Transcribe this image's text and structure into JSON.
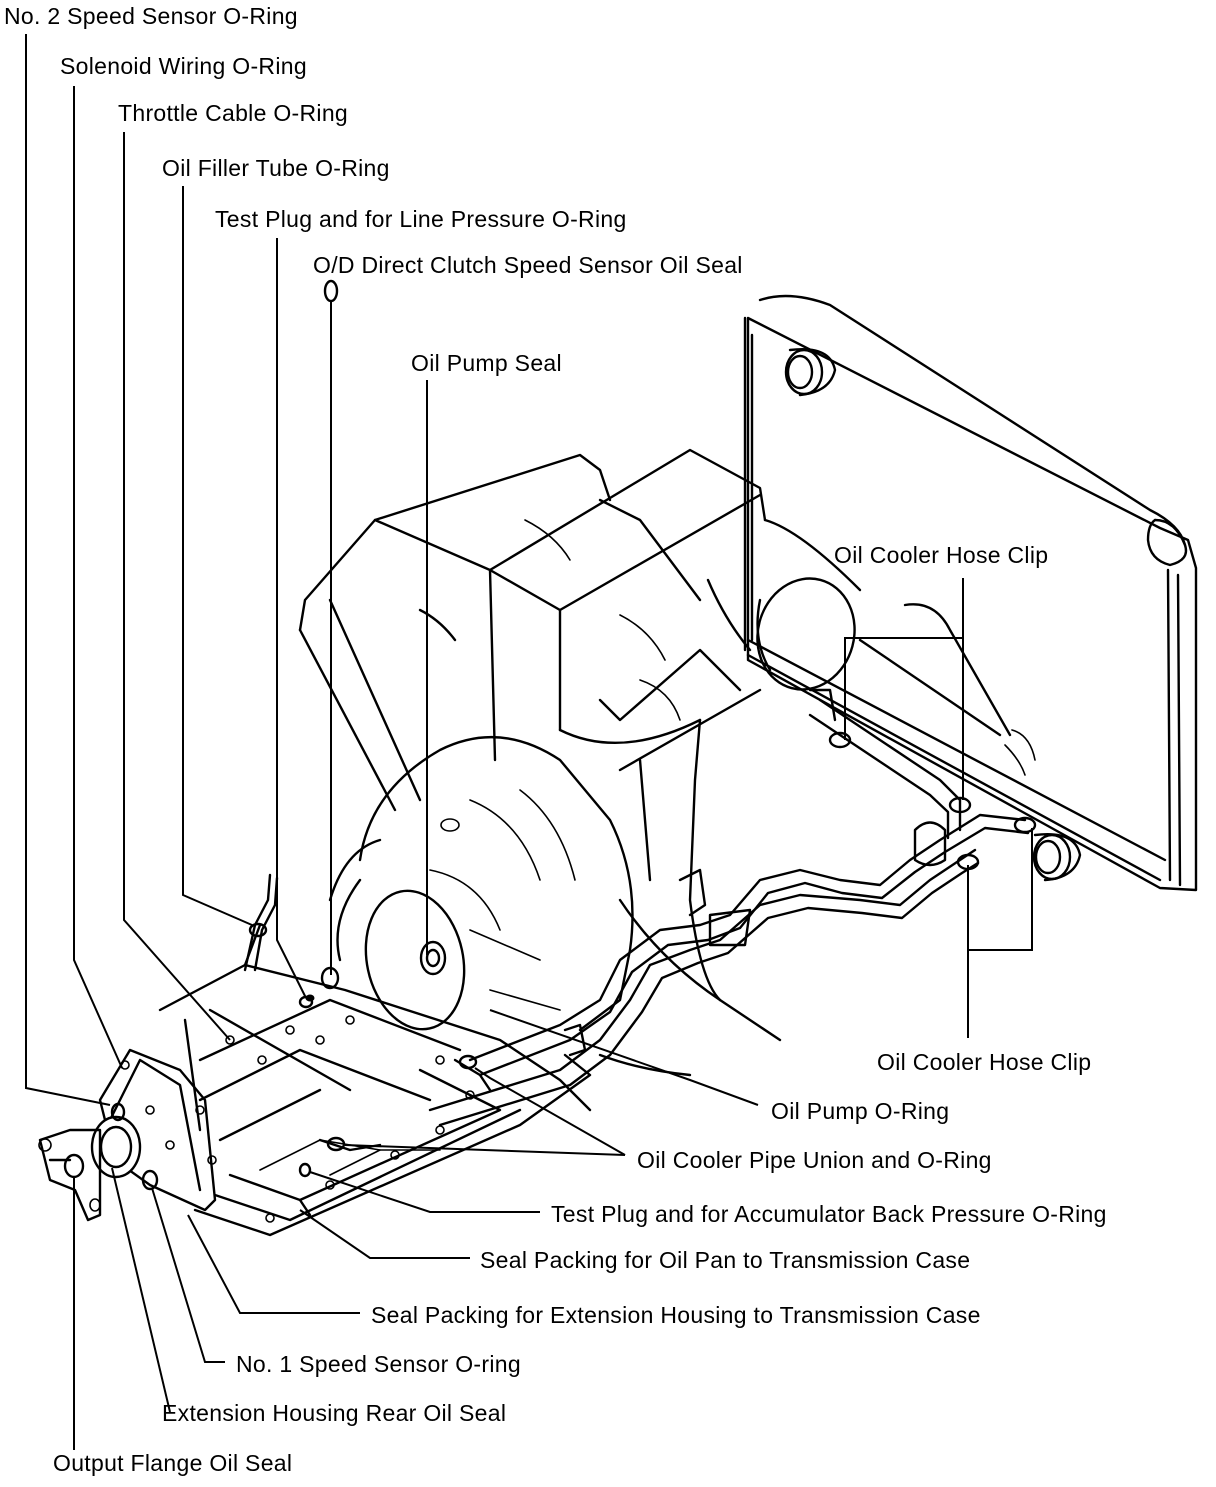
{
  "labels": {
    "no2_speed_sensor_oring": "No. 2 Speed Sensor O-Ring",
    "solenoid_wiring_oring": "Solenoid Wiring O-Ring",
    "throttle_cable_oring": "Throttle Cable O-Ring",
    "oil_filler_tube_oring": "Oil Filler Tube O-Ring",
    "test_plug_line_pressure_oring": "Test Plug and for Line Pressure O-Ring",
    "od_direct_clutch_speed_sensor_oil_seal": "O/D Direct Clutch Speed Sensor Oil Seal",
    "oil_pump_seal": "Oil Pump Seal",
    "oil_cooler_hose_clip_top": "Oil Cooler Hose Clip",
    "oil_cooler_hose_clip_bottom": "Oil Cooler Hose Clip",
    "oil_pump_oring": "Oil Pump O-Ring",
    "oil_cooler_pipe_union_oring": "Oil Cooler Pipe Union and O-Ring",
    "test_plug_accumulator_back_pressure_oring": "Test Plug and for Accumulator Back Pressure O-Ring",
    "seal_packing_oil_pan": "Seal Packing for Oil Pan to Transmission Case",
    "seal_packing_extension_housing": "Seal Packing for Extension Housing to Transmission Case",
    "no1_speed_sensor_oring": "No. 1 Speed Sensor O-ring",
    "extension_housing_rear_oil_seal": "Extension Housing Rear Oil Seal",
    "output_flange_oil_seal": "Output Flange Oil Seal"
  },
  "colors": {
    "ink": "#000000",
    "background": "#ffffff"
  }
}
